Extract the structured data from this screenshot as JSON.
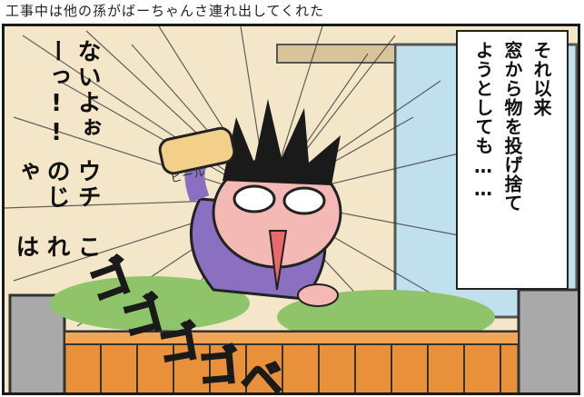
{
  "header_note": "工事中は他の孫がばーちゃんさ連れ出してくれた",
  "caption": {
    "lines": [
      "それ以来",
      "窓から物を投げ捨て",
      "ようとしても……"
    ]
  },
  "shout": {
    "lines": [
      "これは",
      "ウチのじゃ",
      "ないよぉーっ!!"
    ]
  },
  "bottle_label": "ビール",
  "sound_effect": "ゴゴゴゴベ",
  "colors": {
    "panel_bg": "#f3e6c9",
    "window": "#bfe0ec",
    "fence": "#e8913a",
    "bushes": "#8fc46a",
    "shirt": "#8b6fc1",
    "skin": "#f4b9b4"
  }
}
